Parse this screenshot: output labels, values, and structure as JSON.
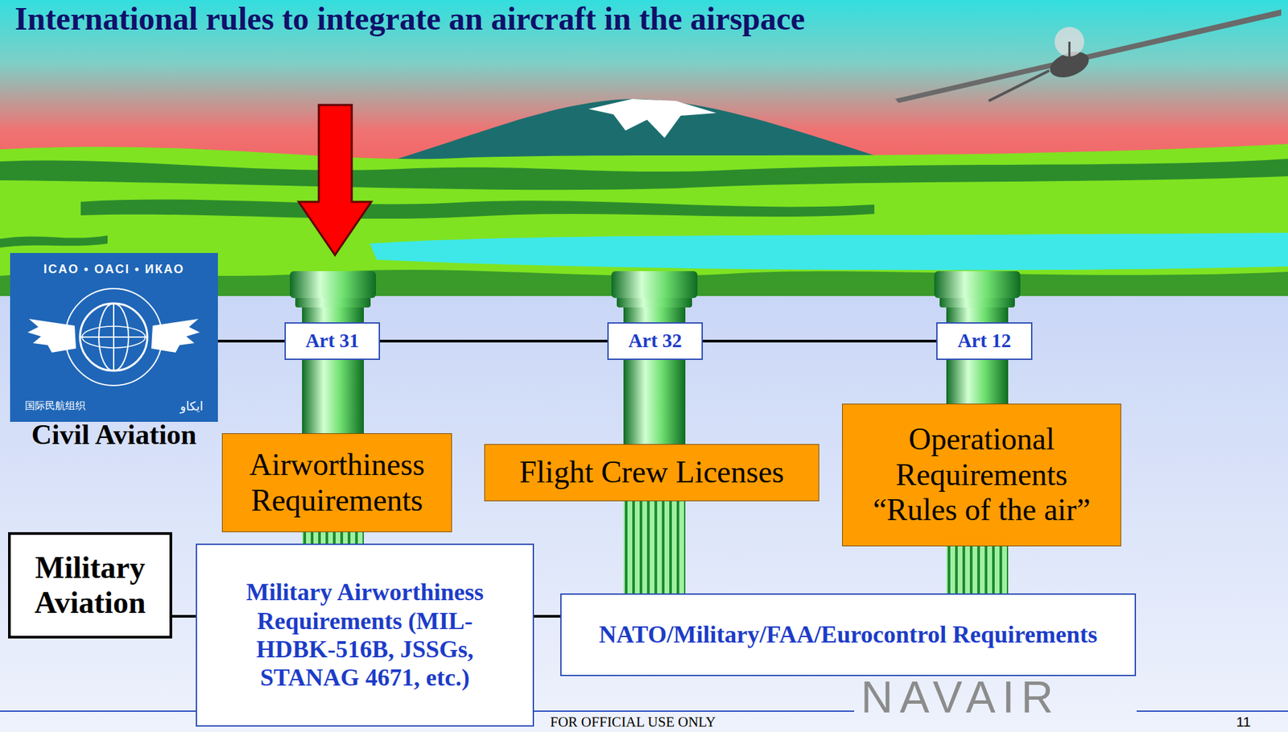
{
  "diagram": {
    "title": "International rules to integrate an aircraft in the airspace",
    "nodes": [
      {
        "text": [
          "ICAO • OACI • ИКАО",
          "国际民航组织",
          "ايكاو",
          "Civil Aviation"
        ]
      },
      {
        "text": [
          "Art 31"
        ]
      },
      {
        "text": [
          "Art 32"
        ]
      },
      {
        "text": [
          "Art 12"
        ]
      },
      {
        "text": [
          "Airworthiness Requirements"
        ]
      },
      {
        "text": [
          "Flight Crew Licenses"
        ]
      },
      {
        "text": [
          "Operational Requirements “Rules of the air”"
        ]
      },
      {
        "text": [
          "Military Aviation"
        ]
      },
      {
        "text": [
          "Military Airworthiness Requirements (MIL-HDBK-516B, JSSGs, STANAG 4671, etc.)"
        ]
      },
      {
        "text": [
          "NATO/Military/FAA/Eurocontrol Requirements"
        ]
      }
    ],
    "edges": [
      {
        "from": 0,
        "to": 1,
        "arrow": "none"
      },
      {
        "from": 1,
        "to": 2,
        "arrow": "none"
      },
      {
        "from": 2,
        "to": 3,
        "arrow": "none"
      },
      {
        "from": 7,
        "to": 8,
        "arrow": "none"
      },
      {
        "from": 8,
        "to": 9,
        "arrow": "none"
      }
    ],
    "labels": [
      "FOR OFFICIAL USE ONLY",
      "NAVAIR",
      "11"
    ]
  }
}
